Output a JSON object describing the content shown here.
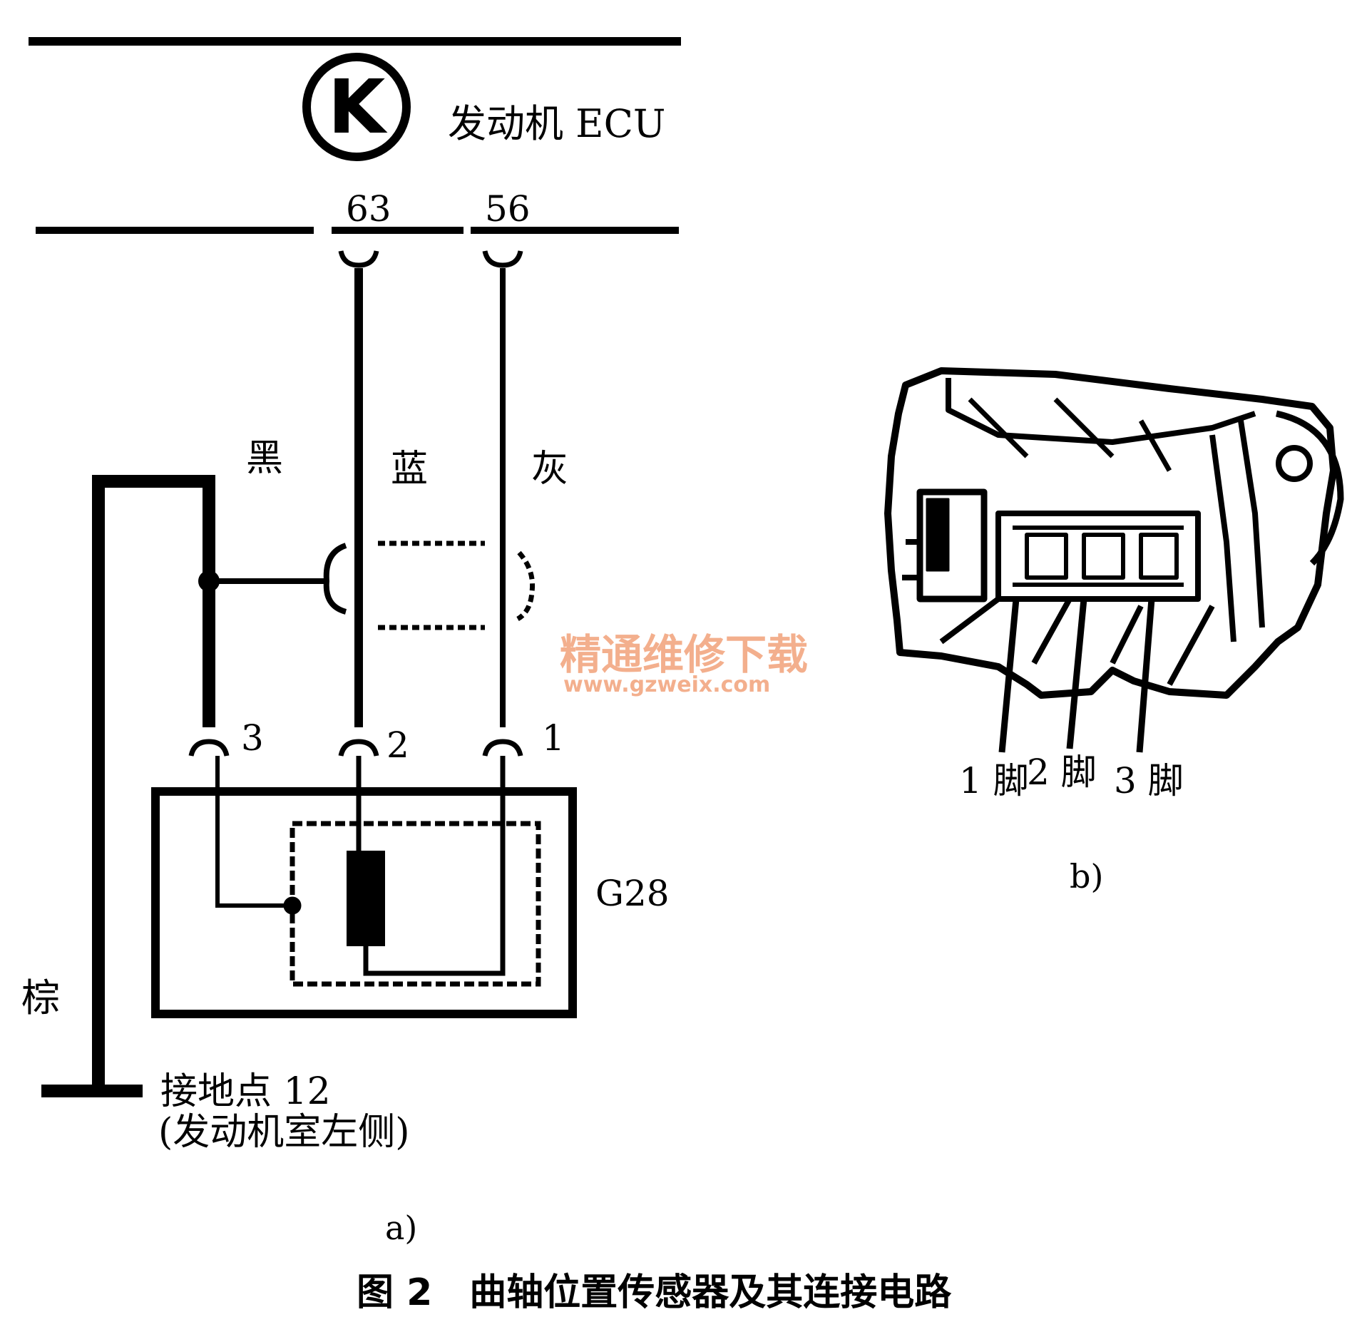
{
  "diagram_a": {
    "ecu_symbol": "K",
    "ecu_label": "发动机 ECU",
    "pins": {
      "p63": "63",
      "p56": "56"
    },
    "wire_colors": {
      "black": "黑",
      "blue": "蓝",
      "gray": "灰",
      "brown": "棕"
    },
    "sensor_pins": {
      "p3": "3",
      "p2": "2",
      "p1": "1"
    },
    "sensor_label": "G28",
    "ground_line1": "接地点 12",
    "ground_line2": "(发动机室左侧)",
    "sub_caption": "a)"
  },
  "diagram_b": {
    "pin_labels": [
      "1 脚",
      "2 脚",
      "3 脚"
    ],
    "sub_caption": "b)"
  },
  "watermark": {
    "cn": "精通维修下载",
    "url": "www.gzweix.com",
    "color": "#f2a27a"
  },
  "figure_caption": "图 2　曲轴位置传感器及其连接电路"
}
